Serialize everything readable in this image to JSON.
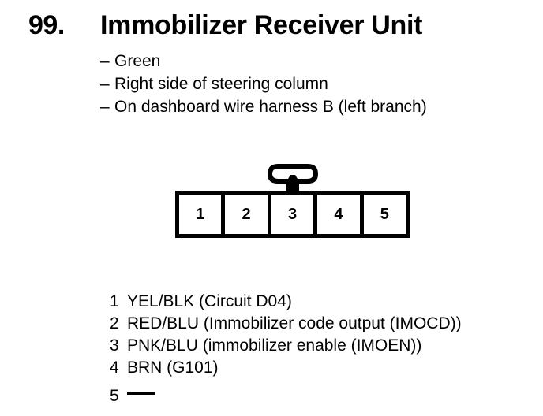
{
  "header": {
    "section_number": "99.",
    "title": "Immobilizer Receiver Unit",
    "attributes": [
      {
        "dash": "–",
        "text": "Green"
      },
      {
        "dash": "–",
        "text": "Right side of steering column"
      },
      {
        "dash": "–",
        "text": "On dashboard wire harness B (left branch)"
      }
    ]
  },
  "connector": {
    "cavity_count": 5,
    "cavities": [
      {
        "number": "1"
      },
      {
        "number": "2"
      },
      {
        "number": "3"
      },
      {
        "number": "4"
      },
      {
        "number": "5"
      }
    ],
    "latch_position_over_cavity": "3",
    "line_color": "#000000",
    "fill_color": "#ffffff"
  },
  "pin_legend": {
    "rows": [
      {
        "pin": "1",
        "description": "YEL/BLK (Circuit D04)"
      },
      {
        "pin": "2",
        "description": "RED/BLU (Immobilizer code output (IMOCD))"
      },
      {
        "pin": "3",
        "description": "PNK/BLU (immobilizer enable (IMOEN))"
      },
      {
        "pin": "4",
        "description": "BRN (G101)"
      },
      {
        "pin": "5",
        "description": ""
      }
    ]
  }
}
